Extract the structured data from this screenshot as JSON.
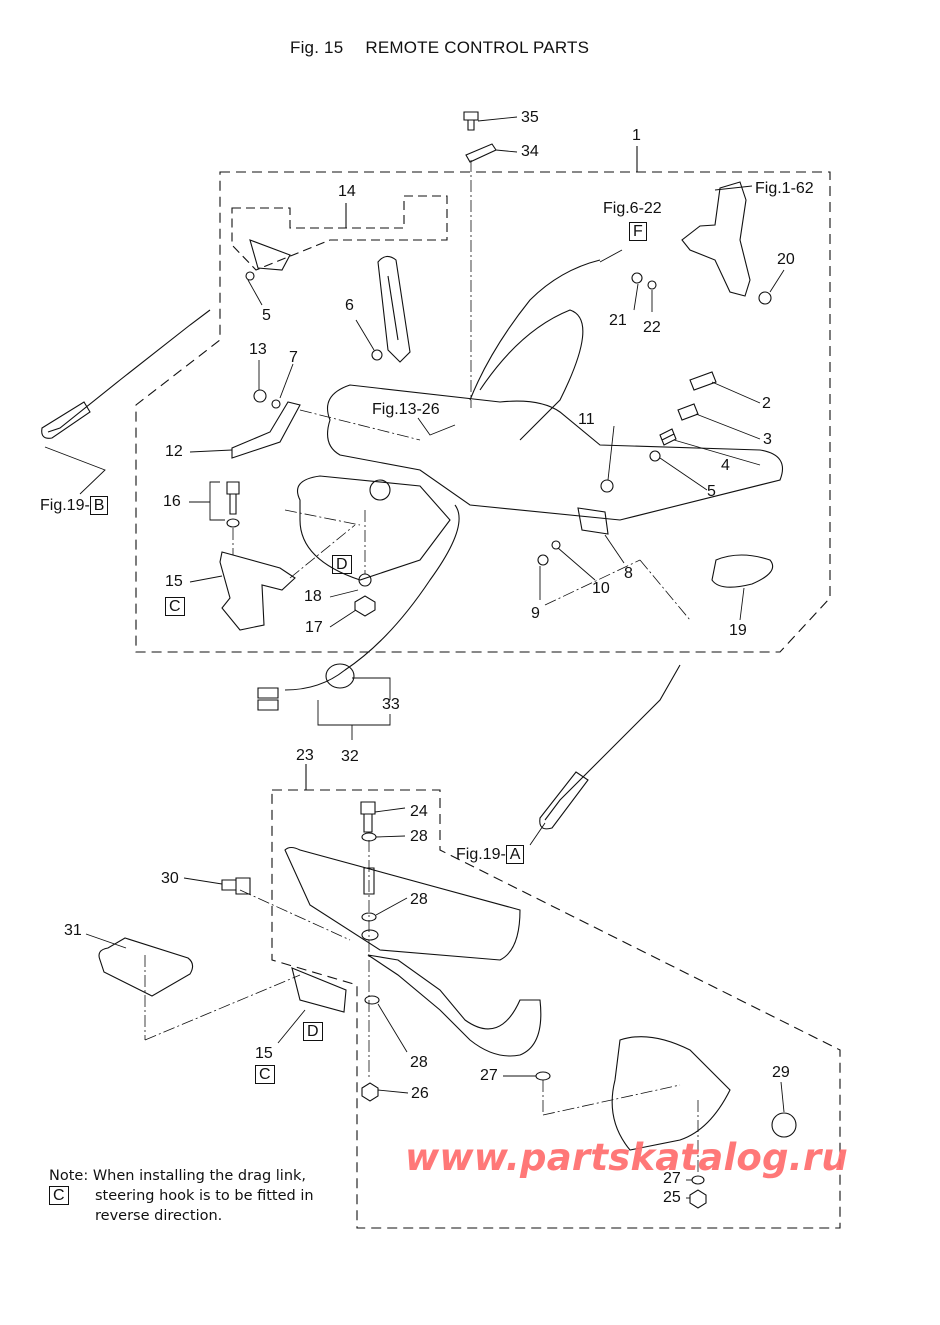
{
  "header": {
    "figure": "Fig. 15",
    "title": "REMOTE CONTROL PARTS"
  },
  "callouts": [
    {
      "id": "35",
      "text": "35"
    },
    {
      "id": "34",
      "text": "34"
    },
    {
      "id": "1",
      "text": "1"
    },
    {
      "id": "14",
      "text": "14"
    },
    {
      "id": "5a",
      "text": "5"
    },
    {
      "id": "6",
      "text": "6"
    },
    {
      "id": "13",
      "text": "13"
    },
    {
      "id": "7",
      "text": "7"
    },
    {
      "id": "12",
      "text": "12"
    },
    {
      "id": "16",
      "text": "16"
    },
    {
      "id": "15a",
      "text": "15"
    },
    {
      "id": "18",
      "text": "18"
    },
    {
      "id": "17",
      "text": "17"
    },
    {
      "id": "20",
      "text": "20"
    },
    {
      "id": "21",
      "text": "21"
    },
    {
      "id": "22",
      "text": "22"
    },
    {
      "id": "2",
      "text": "2"
    },
    {
      "id": "3",
      "text": "3"
    },
    {
      "id": "4",
      "text": "4"
    },
    {
      "id": "5b",
      "text": "5"
    },
    {
      "id": "11",
      "text": "11"
    },
    {
      "id": "8",
      "text": "8"
    },
    {
      "id": "9",
      "text": "9"
    },
    {
      "id": "10",
      "text": "10"
    },
    {
      "id": "19",
      "text": "19"
    },
    {
      "id": "33",
      "text": "33"
    },
    {
      "id": "32",
      "text": "32"
    },
    {
      "id": "23",
      "text": "23"
    },
    {
      "id": "24",
      "text": "24"
    },
    {
      "id": "28a",
      "text": "28"
    },
    {
      "id": "28b",
      "text": "28"
    },
    {
      "id": "28c",
      "text": "28"
    },
    {
      "id": "30",
      "text": "30"
    },
    {
      "id": "31",
      "text": "31"
    },
    {
      "id": "15b",
      "text": "15"
    },
    {
      "id": "26",
      "text": "26"
    },
    {
      "id": "27a",
      "text": "27"
    },
    {
      "id": "29",
      "text": "29"
    },
    {
      "id": "27b",
      "text": "27"
    },
    {
      "id": "25",
      "text": "25"
    }
  ],
  "figure_refs": {
    "fig1_62": "Fig.1-62",
    "fig6_22": "Fig.6-22",
    "fig6_22_box": "F",
    "fig13_26": "Fig.13-26",
    "fig19_b": "Fig.19-",
    "fig19_b_box": "B",
    "fig19_a": "Fig.19-",
    "fig19_a_box": "A",
    "box_c_upper": "C",
    "box_d_upper": "D",
    "box_c_lower": "C",
    "box_d_lower": "D"
  },
  "note": {
    "line1": "Note:  When installing the drag link,",
    "box": "C",
    "line2": "steering hook is to be fitted in",
    "line3": "reverse direction."
  },
  "watermark": "www.partskatalog.ru",
  "colors": {
    "line": "#111111",
    "watermark": "#ff6d6d"
  }
}
